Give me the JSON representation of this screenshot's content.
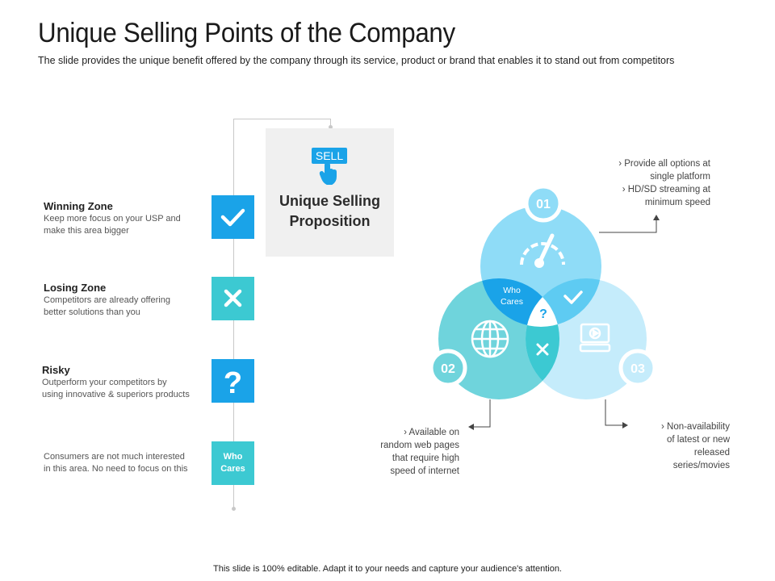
{
  "header": {
    "title": "Unique Selling Points of the Company",
    "subtitle": "The slide provides the unique benefit offered by the company through its service, product or brand that enables it to stand out from competitors"
  },
  "usp": {
    "title_line1": "Unique Selling",
    "title_line2": "Proposition",
    "icon_text": "SELL"
  },
  "zones": [
    {
      "title": "Winning Zone",
      "line1": "Keep more focus on your USP and",
      "line2": "make this area bigger",
      "icon": "check-icon",
      "color": "#1aa3e8"
    },
    {
      "title": "Losing Zone",
      "line1": "Competitors are already offering",
      "line2": "better solutions than you",
      "icon": "cross-icon",
      "color": "#3cc9d2"
    },
    {
      "title": "Risky",
      "line1": "Outperform your competitors by",
      "line2": "using innovative & superiors products",
      "icon": "question-icon",
      "color": "#1aa3e8"
    },
    {
      "title": "",
      "line1": "Consumers are not much interested",
      "line2": "in this area. No need to focus on this",
      "box_label_line1": "Who",
      "box_label_line2": "Cares",
      "color": "#3cc9d2"
    }
  ],
  "venn": {
    "circles": [
      {
        "number": "01",
        "icon": "speedometer-icon",
        "color": "#8fdcf7"
      },
      {
        "number": "02",
        "icon": "globe-icon",
        "color": "#6fd4dc"
      },
      {
        "number": "03",
        "icon": "video-player-icon",
        "color": "#c5ecfb"
      }
    ],
    "center_labels": {
      "who_line1": "Who",
      "who_line2": "Cares",
      "question": "?"
    },
    "notes": {
      "n01": [
        "› Provide  all options at",
        "single platform",
        "› HD/SD streaming at",
        "minimum speed"
      ],
      "n02": [
        "› Available on",
        "random web pages",
        "that require high",
        "speed of internet"
      ],
      "n03": [
        "› Non-availability",
        "of latest or new",
        "released",
        "series/movies"
      ]
    }
  },
  "footer": {
    "text": "This slide is 100% editable. Adapt it to your needs and capture your audience's attention."
  }
}
